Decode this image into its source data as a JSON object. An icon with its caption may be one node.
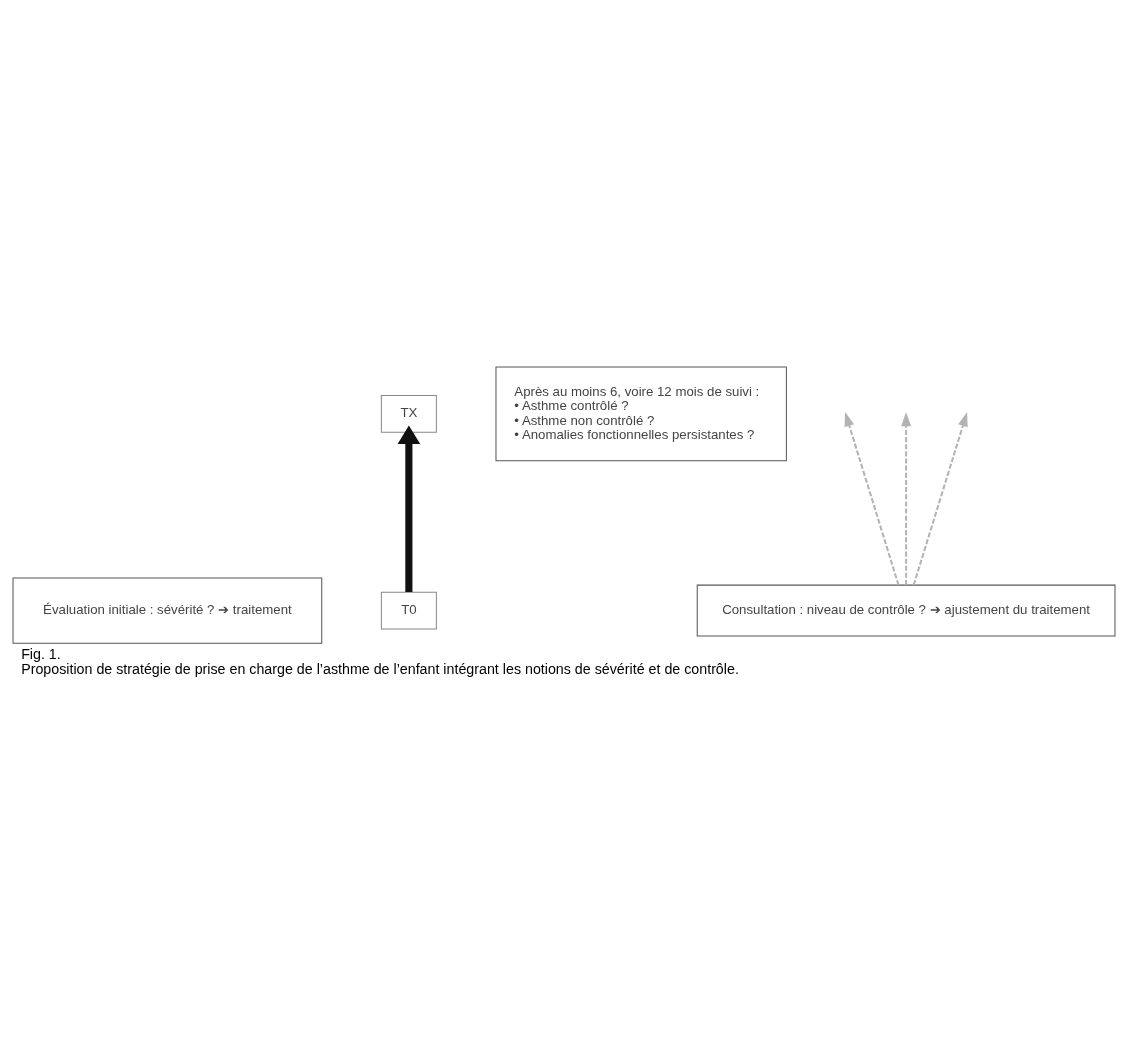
{
  "diagram": {
    "title": "Fig. 1.",
    "caption": "Proposition de stratégie de prise en charge de l’asthme de l’enfant intégrant les notions de sévérité et de contrôle.",
    "nodes": [
      {
        "text": [
          "TX"
        ]
      },
      {
        "text": [
          "Après au moins 6, voire 12 mois de suivi :",
          "• Asthme contrôlé ?",
          "• Asthme non contrôlé ?",
          "• Anomalies fonctionnelles persistantes ?"
        ]
      },
      {
        "text": [
          "Consultation : niveau de contrôle ? ➔ ajustement du traitement"
        ]
      },
      {
        "text": [
          "T0"
        ]
      },
      {
        "text": [
          "Évaluation initiale : sévérité ? ➔ traitement"
        ]
      }
    ],
    "edges": [
      {
        "from": 3,
        "to": 0,
        "arrow": "to",
        "style": "thick",
        "color": "#111111"
      },
      {
        "from": 2,
        "to": null,
        "arrow": "to",
        "style": "dashed",
        "color": "#b3b3b3"
      },
      {
        "from": 2,
        "to": null,
        "arrow": "to",
        "style": "dashed",
        "color": "#b3b3b3"
      },
      {
        "from": 2,
        "to": null,
        "arrow": "to",
        "style": "dashed",
        "color": "#b3b3b3"
      }
    ]
  }
}
